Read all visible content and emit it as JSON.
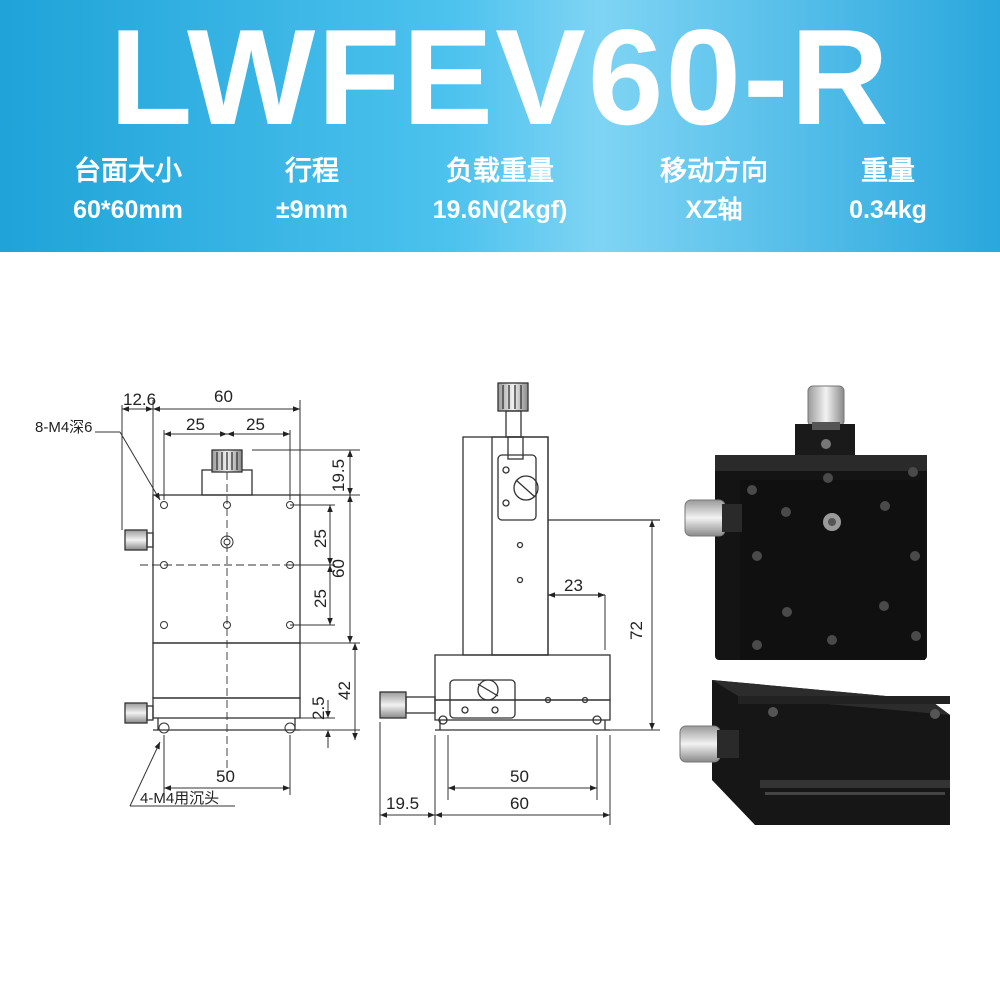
{
  "header": {
    "model": "LWFEV60-R",
    "specs": [
      {
        "label": "台面大小",
        "value": "60*60mm"
      },
      {
        "label": "行程",
        "value": "±9mm"
      },
      {
        "label": "负载重量",
        "value": "19.6N(2kgf)"
      },
      {
        "label": "移动方向",
        "value": "XZ轴"
      },
      {
        "label": "重量",
        "value": "0.34kg"
      }
    ],
    "colors": {
      "banner": "#3bb7e8",
      "text": "#ffffff"
    }
  },
  "front_view": {
    "dim_12_6": "12.6",
    "dim_60_top": "60",
    "dim_25_left": "25",
    "dim_25_right": "25",
    "note_holes": "8-M4深6",
    "dim_19_5": "19.5",
    "dim_25_upper": "25",
    "dim_60_vertical": "60",
    "dim_25_lower": "25",
    "dim_42": "42",
    "dim_2_5": "2.5",
    "dim_50_bottom": "50",
    "note_counterbore": "4-M4用沉头"
  },
  "side_view": {
    "dim_23": "23",
    "dim_72": "72",
    "dim_50": "50",
    "dim_19_5": "19.5",
    "dim_60": "60"
  },
  "photo": {
    "description_icon": "xz-stage-photo",
    "body_color": "#141414"
  }
}
